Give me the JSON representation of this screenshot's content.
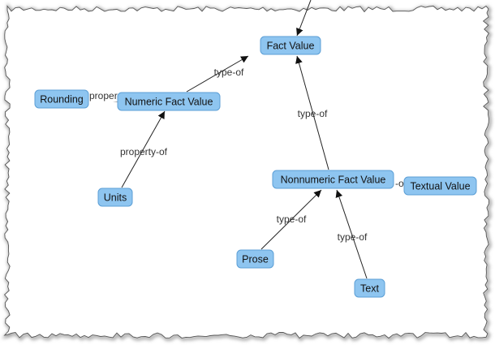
{
  "diagram": {
    "nodes": [
      {
        "id": "fact-value",
        "label": "Fact Value"
      },
      {
        "id": "rounding",
        "label": "Rounding"
      },
      {
        "id": "numeric-fact-value",
        "label": "Numeric Fact Value"
      },
      {
        "id": "units",
        "label": "Units"
      },
      {
        "id": "nonnumeric-fact-value",
        "label": "Nonnumeric Fact Value"
      },
      {
        "id": "textual-value",
        "label": "Textual Value"
      },
      {
        "id": "prose",
        "label": "Prose"
      },
      {
        "id": "text",
        "label": "Text"
      }
    ],
    "edges": [
      {
        "id": "numeric-to-fact",
        "from": "numeric-fact-value",
        "to": "fact-value",
        "label": "type-of"
      },
      {
        "id": "nonnumeric-to-fact",
        "from": "nonnumeric-fact-value",
        "to": "fact-value",
        "label": "type-of"
      },
      {
        "id": "units-to-numeric",
        "from": "units",
        "to": "numeric-fact-value",
        "label": "property-of"
      },
      {
        "id": "rounding-to-numeric",
        "from": "rounding",
        "to": "numeric-fact-value",
        "label": "proper"
      },
      {
        "id": "prose-to-nonnumeric",
        "from": "prose",
        "to": "nonnumeric-fact-value",
        "label": "type-of"
      },
      {
        "id": "text-to-nonnumeric",
        "from": "text",
        "to": "nonnumeric-fact-value",
        "label": "type-of"
      },
      {
        "id": "textual-to-nonnumeric",
        "from": "textual-value",
        "to": "nonnumeric-fact-value",
        "label": "-of"
      },
      {
        "id": "offscreen-to-fact",
        "from": "",
        "to": "fact-value",
        "label": ""
      }
    ],
    "colors": {
      "node_fill": "#8ec5f0",
      "node_border": "#5c9fd6",
      "edge": "#222222",
      "frame_shadow": "#9a9a9a"
    }
  }
}
